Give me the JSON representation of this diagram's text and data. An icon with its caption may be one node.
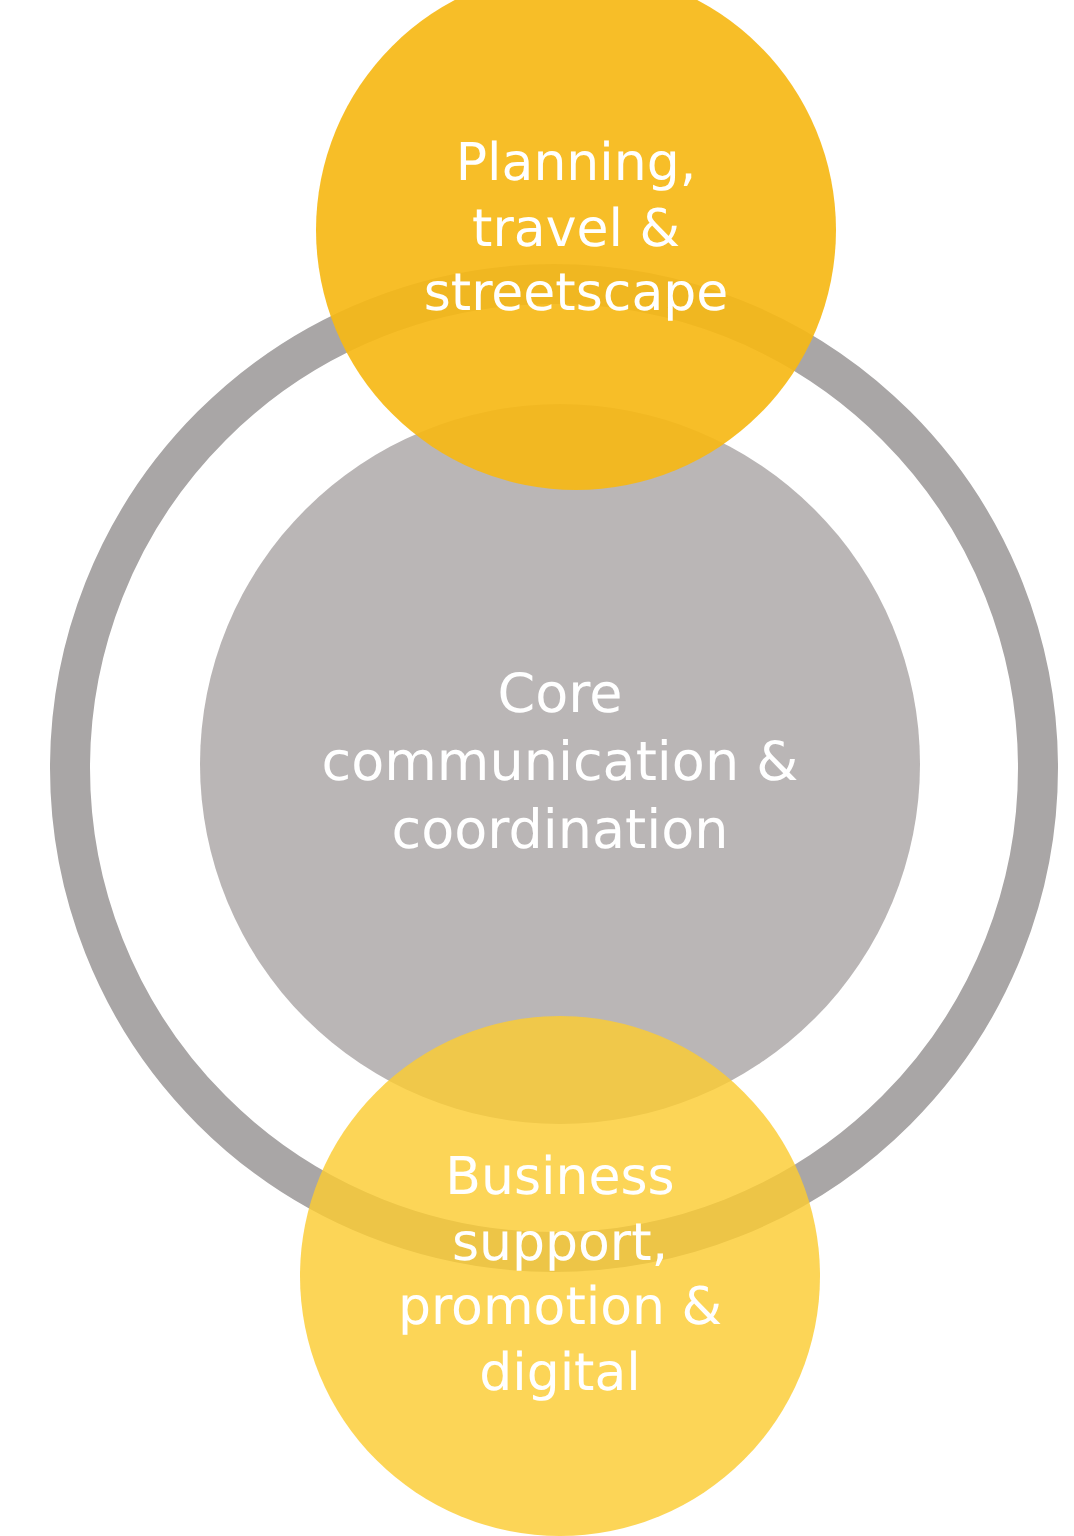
{
  "diagram": {
    "nodes": [
      {
        "text": [
          "Planning, travel & streetscape"
        ]
      },
      {
        "text": [
          "Core communication & coordination"
        ]
      },
      {
        "text": [
          "Business support, promotion & digital"
        ]
      }
    ]
  }
}
